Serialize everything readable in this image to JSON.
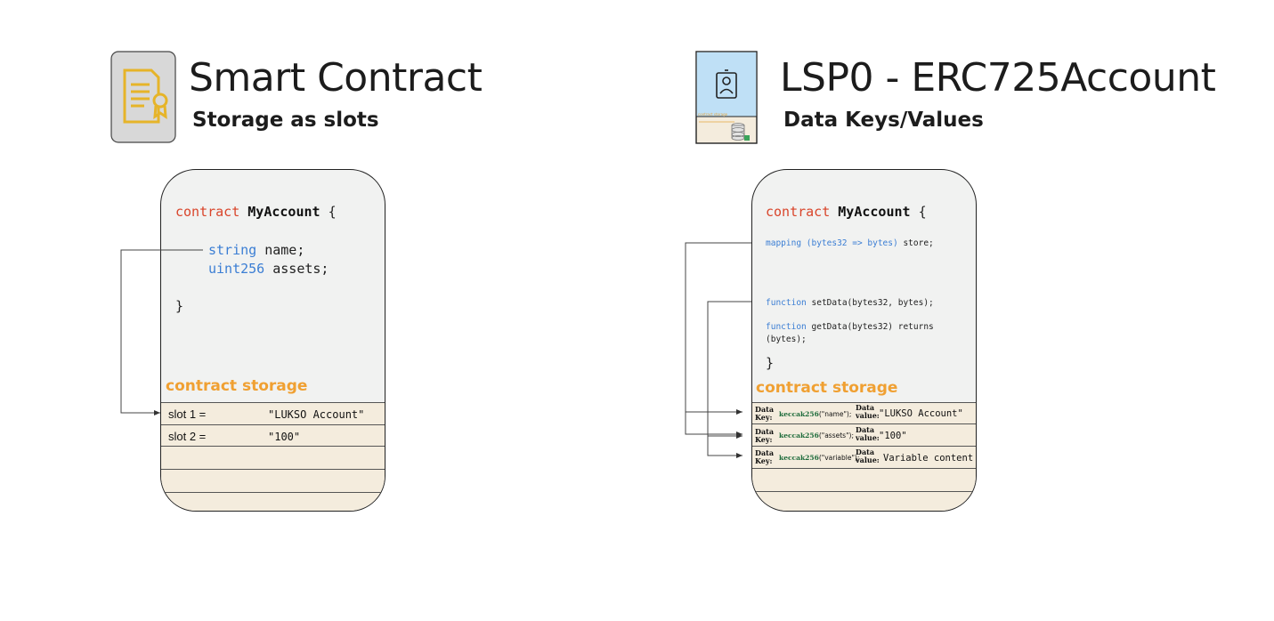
{
  "left": {
    "title": "Smart Contract",
    "subtitle": "Storage as slots",
    "code": {
      "keyword": "contract",
      "name": "MyAccount",
      "open_brace": "{",
      "fields": [
        {
          "type": "string",
          "name": "name;"
        },
        {
          "type": "uint256",
          "name": "assets;"
        }
      ],
      "close_brace": "}"
    },
    "storage_label": "contract storage",
    "slots": [
      {
        "key": "slot 1 =",
        "value": "\"LUKSO Account\""
      },
      {
        "key": "slot 2 =",
        "value": "\"100\""
      }
    ]
  },
  "right": {
    "title": "LSP0 - ERC725Account",
    "subtitle": "Data Keys/Values",
    "icon_caption": "contract storage",
    "code": {
      "keyword": "contract",
      "name": "MyAccount",
      "open_brace": "{",
      "mapping_keyword": "mapping (bytes32 => bytes)",
      "mapping_rest": "store;",
      "fn_keyword": "function",
      "set_data": "setData(bytes32, bytes);",
      "get_data_line1": "getData(bytes32) returns",
      "get_data_line2": "(bytes);",
      "close_brace": "}"
    },
    "storage_label": "contract storage",
    "data_key_label": [
      "Data",
      "Key:"
    ],
    "data_value_label": [
      "Data",
      "value:"
    ],
    "entries": [
      {
        "fn": "keccak256",
        "arg": "(\"name\");",
        "value": "\"LUKSO Account\""
      },
      {
        "fn": "keccak256",
        "arg": "(\"assets\");",
        "value": "\"100\""
      },
      {
        "fn": "keccak256",
        "arg": "(\"variable\");",
        "value": "Variable content"
      }
    ]
  },
  "colors": {
    "keyword": "#d9452b",
    "type": "#3b7ed4",
    "storage_label": "#f0a032",
    "card_bg": "#f1f2f1",
    "storage_bg": "#f4ecdd",
    "keccak": "#1d6b3a"
  },
  "icons": {
    "left": "certificate-document-icon",
    "right": "account-badge-database-icon"
  }
}
